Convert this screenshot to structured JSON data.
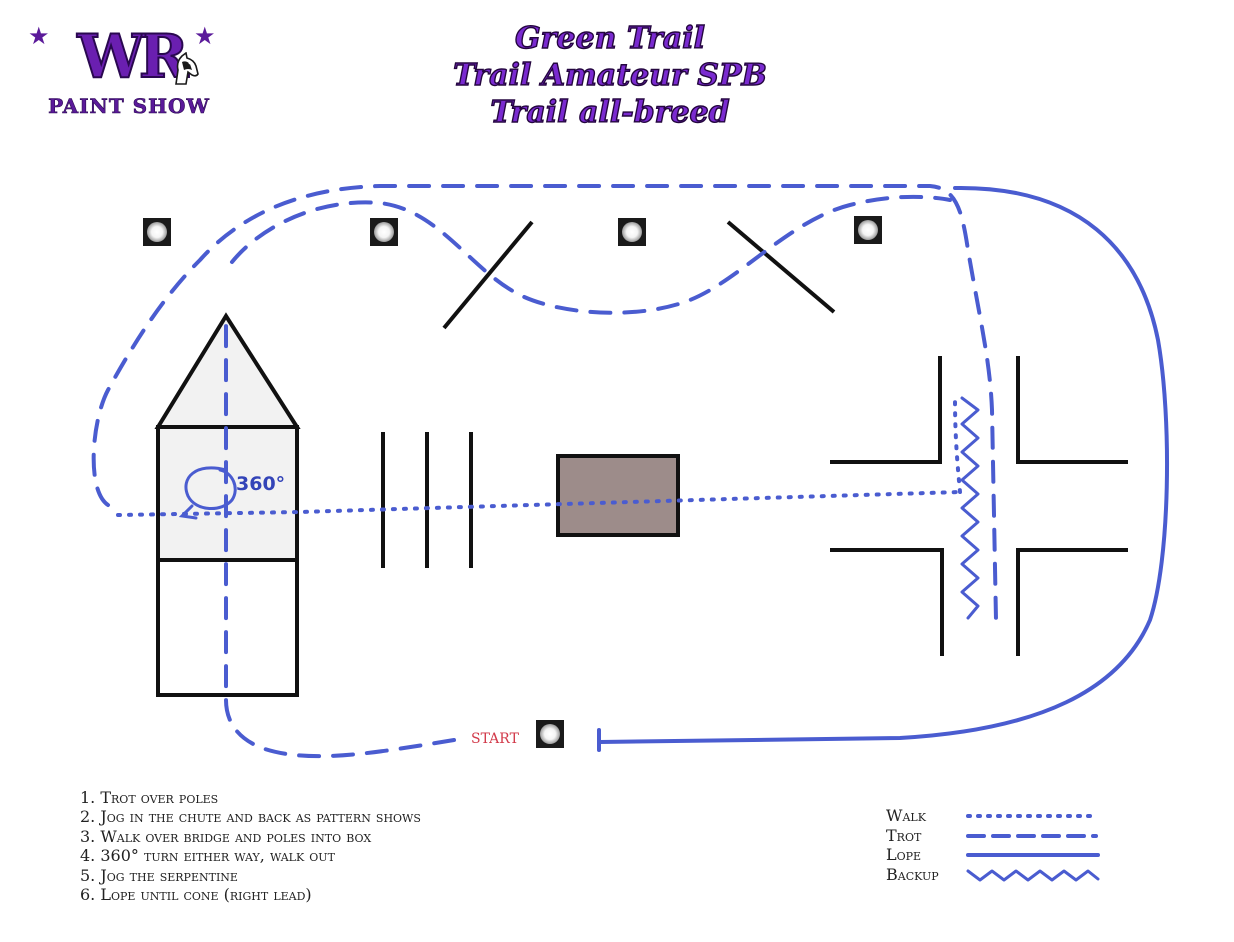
{
  "logo": {
    "letters": "WR",
    "text": "PAINT SHOW",
    "star": "★"
  },
  "titles": [
    "Green Trail",
    "Trail Amateur SPB",
    "Trail all-breed"
  ],
  "diagram": {
    "start_label": "START",
    "turn_label": "360°"
  },
  "instructions": [
    "1. Trot over poles",
    "2. Jog in the chute and back as pattern shows",
    "3. Walk over bridge and poles into box",
    "4. 360° turn either way, walk out",
    "5. Jog the serpentine",
    "6. Lope until cone (right lead)"
  ],
  "legend": [
    {
      "label": "Walk",
      "style": "dotted"
    },
    {
      "label": "Trot",
      "style": "dashed"
    },
    {
      "label": "Lope",
      "style": "solid"
    },
    {
      "label": "Backup",
      "style": "zigzag"
    }
  ],
  "colors": {
    "path": "#4a5cd0",
    "obstacle": "#111111",
    "box_fill": "#9d8c8a",
    "chute_fill": "#f2f2f2",
    "start": "#d23a4a",
    "title": "#7a2ad0",
    "logo": "#6a1fb0"
  }
}
